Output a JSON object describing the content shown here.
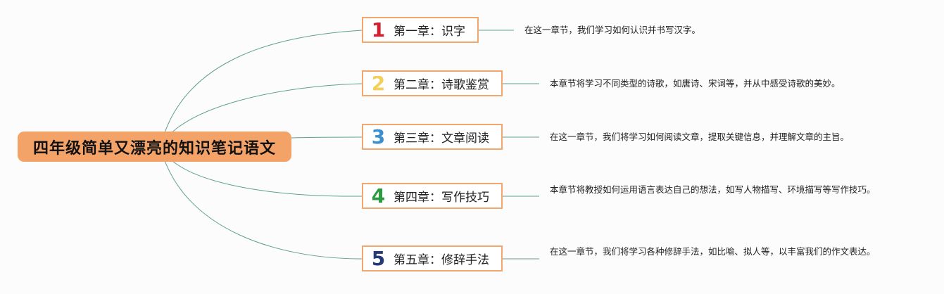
{
  "root": {
    "label": "四年级简单又漂亮的知识笔记语文"
  },
  "chapters": [
    {
      "number": "1",
      "label": "第一章：识字",
      "color": "#d32030",
      "description": "在这一章节，我们学习如何认识并书写汉字。"
    },
    {
      "number": "2",
      "label": "第二章：诗歌鉴赏",
      "color": "#f3d05a",
      "description": "本章节将学习不同类型的诗歌，如唐诗、宋词等，并从中感受诗歌的美妙。"
    },
    {
      "number": "3",
      "label": "第三章：文章阅读",
      "color": "#3a8fd0",
      "description": "在这一章节，我们将学习如何阅读文章，提取关键信息，并理解文章的主旨。"
    },
    {
      "number": "4",
      "label": "第四章：写作技巧",
      "color": "#2c9a3e",
      "description": "本章节将教授如何运用语言表达自己的想法，如写人物描写、环境描写等写作技巧。"
    },
    {
      "number": "5",
      "label": "第五章：修辞手法",
      "color": "#243a78",
      "description": "在这一章节，我们将学习各种修辞手法，如比喻、拟人等，以丰富我们的作文表达。"
    }
  ],
  "colors": {
    "root_fill": "#f4a368",
    "node_border": "#f2a76f",
    "connector": "#5fa08c"
  }
}
